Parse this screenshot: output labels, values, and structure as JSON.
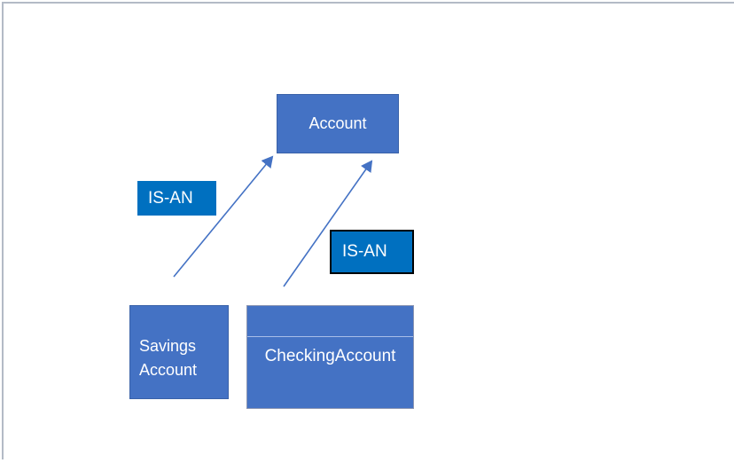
{
  "page": {
    "background": "#ffffff",
    "frame_color": "#b3bac6"
  },
  "colors": {
    "node_fill": "#4472c4",
    "node_border": "#3a62a8",
    "relation_label_fill": "#0070c0",
    "relation_label_border": "#000000",
    "arrow": "#4472c4",
    "text": "#ffffff"
  },
  "nodes": {
    "account": {
      "label": "Account"
    },
    "savings": {
      "line1": "Savings",
      "line2": "Account"
    },
    "checking": {
      "label": "CheckingAccount"
    }
  },
  "edge_labels": {
    "left": {
      "label": "IS-AN"
    },
    "right": {
      "label": "IS-AN"
    }
  },
  "edges": [
    {
      "from": "SavingsAccount",
      "to": "Account",
      "relation": "IS-AN"
    },
    {
      "from": "CheckingAccount",
      "to": "Account",
      "relation": "IS-AN"
    }
  ]
}
